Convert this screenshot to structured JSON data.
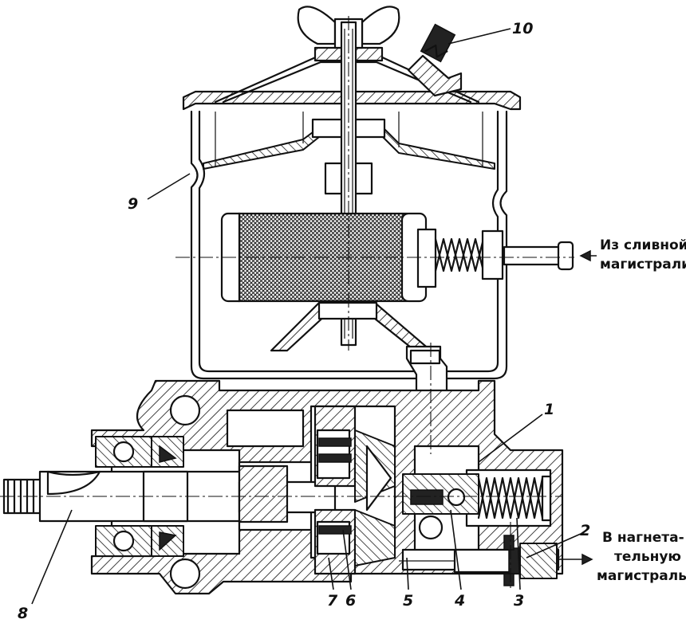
{
  "callouts": [
    {
      "id": "1",
      "label": "1"
    },
    {
      "id": "2",
      "label": "2"
    },
    {
      "id": "3",
      "label": "3"
    },
    {
      "id": "4",
      "label": "4"
    },
    {
      "id": "5",
      "label": "5"
    },
    {
      "id": "6",
      "label": "6"
    },
    {
      "id": "7",
      "label": "7"
    },
    {
      "id": "8",
      "label": "8"
    },
    {
      "id": "9",
      "label": "9"
    },
    {
      "id": "10",
      "label": "10"
    }
  ],
  "notes": {
    "inlet_line1": "Из сливной",
    "inlet_line2": "магистрали",
    "outlet_line1": "В нагнета-",
    "outlet_line2": "тельную",
    "outlet_line3": "магистраль"
  }
}
